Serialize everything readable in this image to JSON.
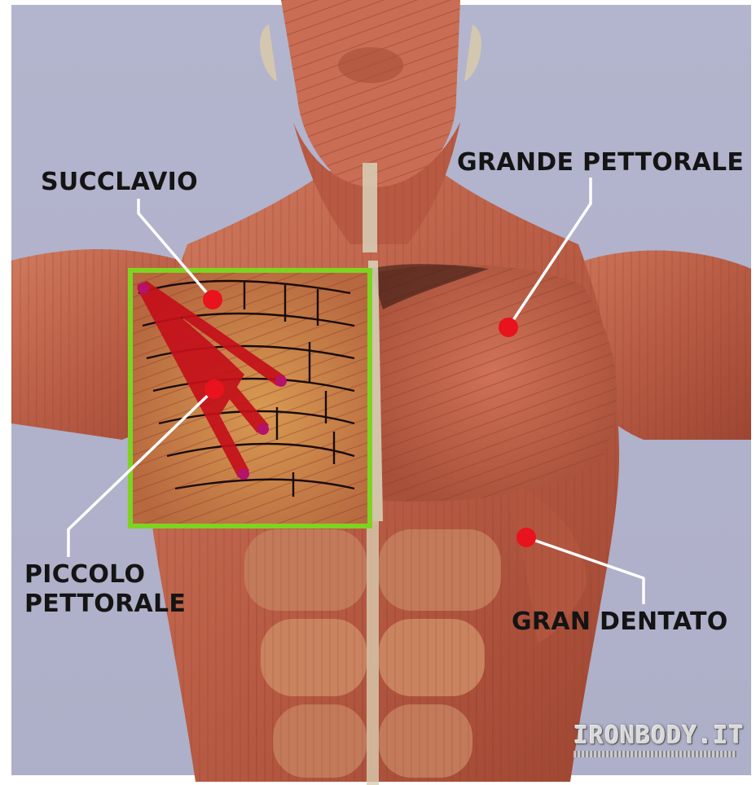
{
  "labels": {
    "succlavio": "SUCCLAVIO",
    "grande_pettorale": "GRANDE PETTORALE",
    "piccolo_pettorale": "PICCOLO PETTORALE",
    "gran_dentato": "GRAN DENTATO"
  },
  "watermark": "IRONBODY.IT",
  "colors": {
    "background": "#b1b2cb",
    "muscle": "#c0634b",
    "highlight_box": "#7ed321",
    "marker": "#e8131c",
    "leader_line": "#ffffff"
  }
}
